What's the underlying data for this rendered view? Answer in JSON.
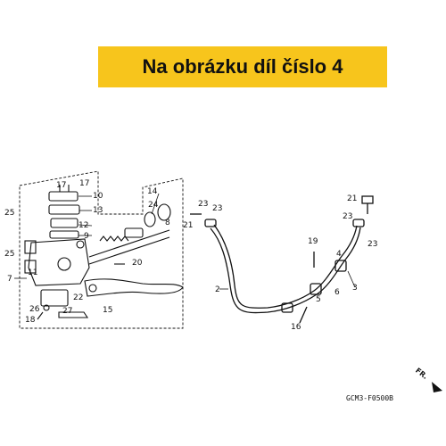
{
  "banner": {
    "text": "Na obrázku díl číslo 4",
    "color": "#f7c51c"
  },
  "diagram": {
    "code": "GCM3-F0500B",
    "direction_label": "FR.",
    "part_labels": {
      "p2": "2",
      "p3": "3",
      "p4": "4",
      "p5": "5",
      "p6": "6",
      "p7": "7",
      "p8": "8",
      "p9": "9",
      "p10": "10",
      "p11": "11",
      "p12": "12",
      "p13": "13",
      "p14": "14",
      "p15": "15",
      "p16": "16",
      "p17a": "17",
      "p17b": "17",
      "p18": "18",
      "p19": "19",
      "p20": "20",
      "p21a": "21",
      "p21b": "21",
      "p22": "22",
      "p23a": "23",
      "p23b": "23",
      "p23c": "23",
      "p23d": "23",
      "p24": "24",
      "p25a": "25",
      "p25b": "25",
      "p26": "26",
      "p27": "27"
    }
  }
}
